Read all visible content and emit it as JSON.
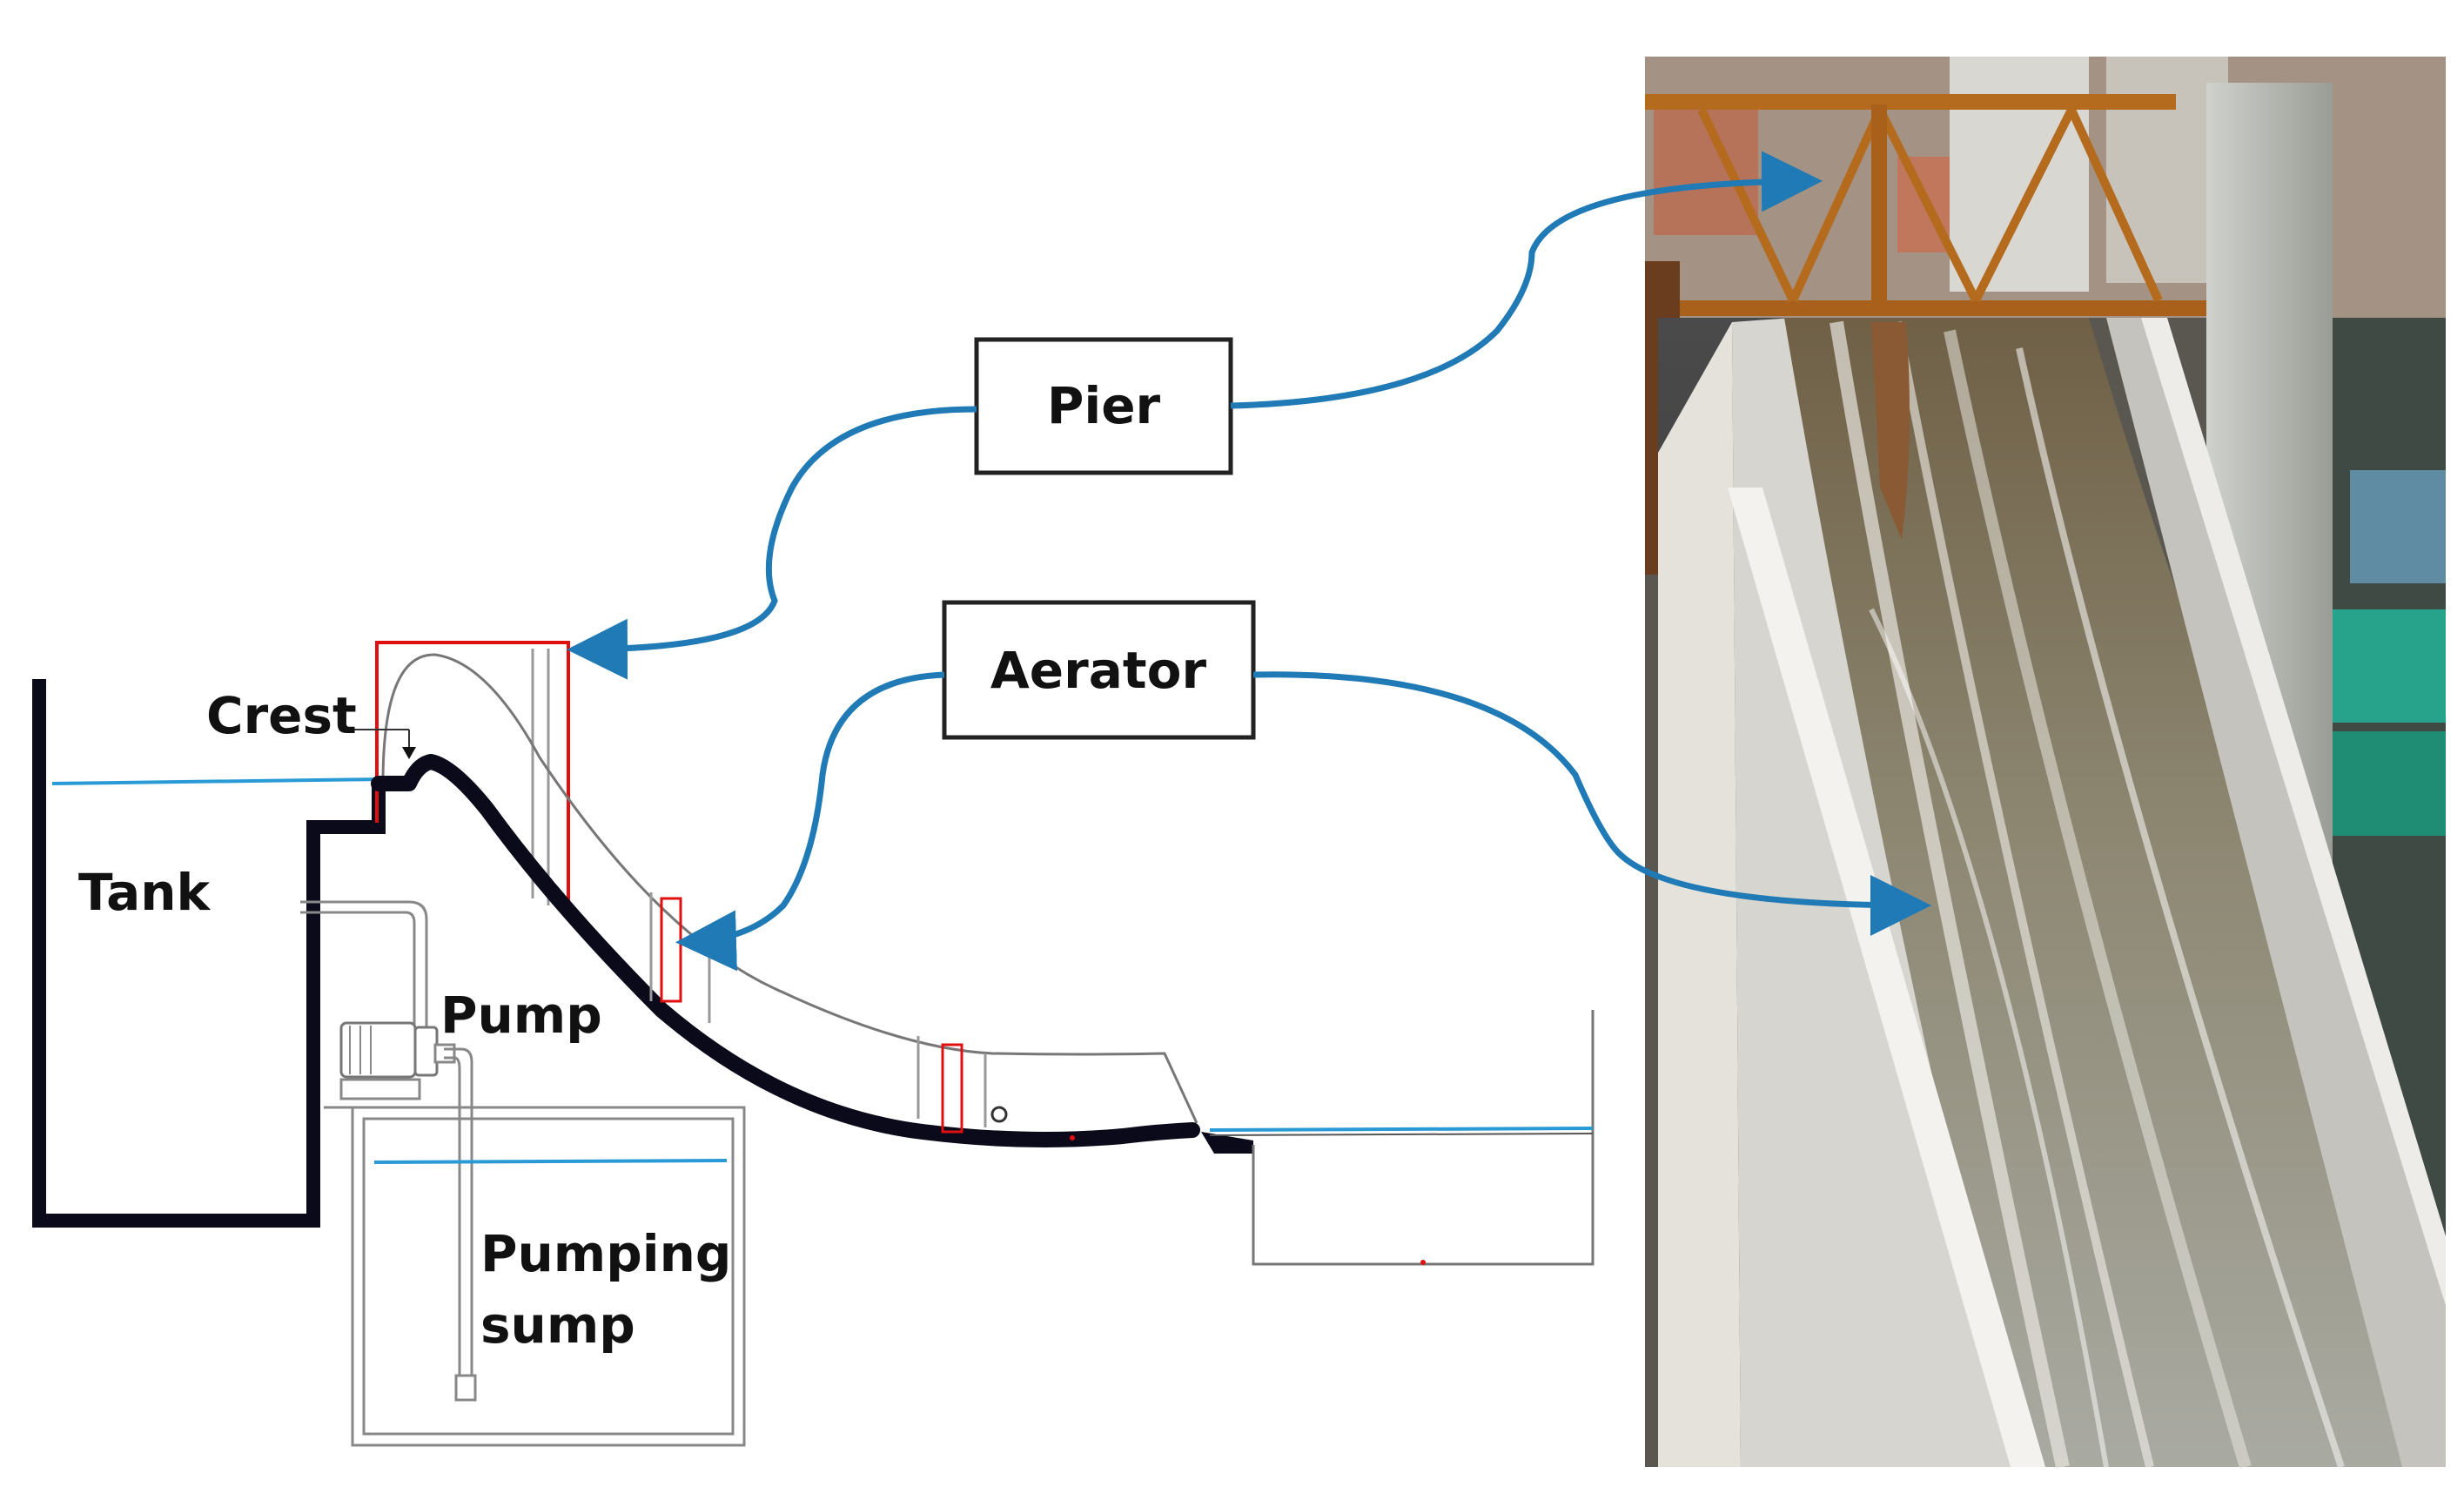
{
  "labels": {
    "crest": "Crest",
    "tank": "Tank",
    "pump": "Pump",
    "sump_line1": "Pumping",
    "sump_line2": "sump"
  },
  "callouts": {
    "pier": "Pier",
    "aerator": "Aerator"
  },
  "colors": {
    "arrow": "#1f7ab5",
    "water": "#2a9ad6",
    "pier_outline": "#e01010",
    "structure": "#0a0a1a",
    "outline": "#888888"
  },
  "photo": {
    "description": "laboratory spillway model photograph"
  }
}
